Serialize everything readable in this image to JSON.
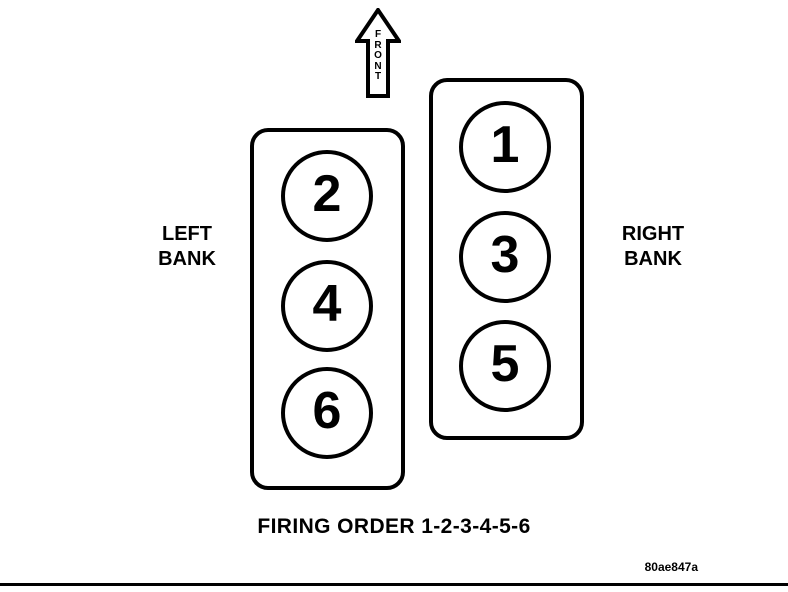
{
  "diagram": {
    "title_text": "FIRING ORDER 1-2-3-4-5-6",
    "figure_code": "80ae847a",
    "direction_marker": {
      "label": "FRONT",
      "letters": [
        "F",
        "R",
        "O",
        "N",
        "T"
      ],
      "icon": "up-arrow-icon"
    },
    "banks": [
      {
        "id": "left",
        "label": "LEFT\nBANK",
        "cylinders": [
          "2",
          "4",
          "6"
        ]
      },
      {
        "id": "right",
        "label": "RIGHT\nBANK",
        "cylinders": [
          "1",
          "3",
          "5"
        ]
      }
    ],
    "colors": {
      "stroke": "#000000",
      "background": "#ffffff"
    }
  }
}
